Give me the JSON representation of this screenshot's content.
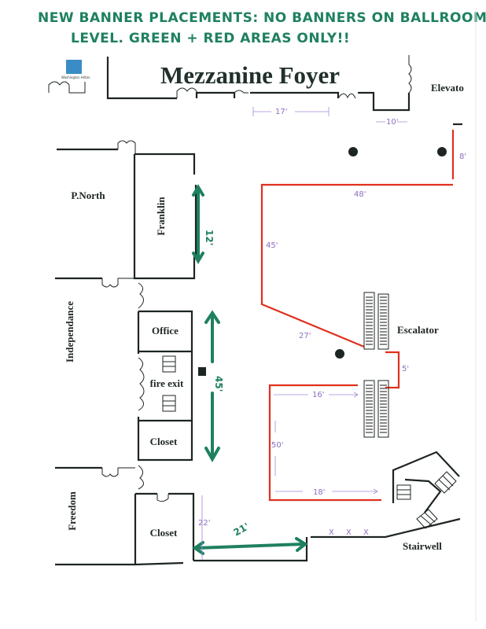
{
  "note": {
    "line1": "NEW BANNER PLACEMENTS: NO BANNERS ON BALLROOM",
    "line2": "LEVEL. GREEN + RED AREAS ONLY!!"
  },
  "logo": {
    "text": "Washington Hilton"
  },
  "title": "Mezzanine Foyer",
  "rooms": {
    "elevator": "Elevato",
    "p_north": "P.North",
    "franklin": "Franklin",
    "independance": "Independance",
    "office": "Office",
    "fire_exit": "fire exit",
    "closet_mid": "Closet",
    "freedom": "Freedom",
    "closet_bottom": "Closet",
    "escalator": "Escalator",
    "stairwell": "Stairwell"
  },
  "dimensions": {
    "top_wall": "17'",
    "elevator_gap": "10'",
    "right_edge": "8'",
    "red_top": "48'",
    "red_left": "45'",
    "red_diagonal": "27'",
    "red_step": "5'",
    "red_lower_top": "16'",
    "red_lower_left": "50'",
    "red_bottom": "18'",
    "bottom_vertical": "22'",
    "bottom_markers": "X X X"
  },
  "green_dimensions": {
    "franklin_wall": "12'",
    "office_wall": "45'",
    "bottom_wall": "21'"
  },
  "colors": {
    "green_marker": "#1f8060",
    "red_area": "#e0301e",
    "purple_pen": "#8c6fbf"
  }
}
